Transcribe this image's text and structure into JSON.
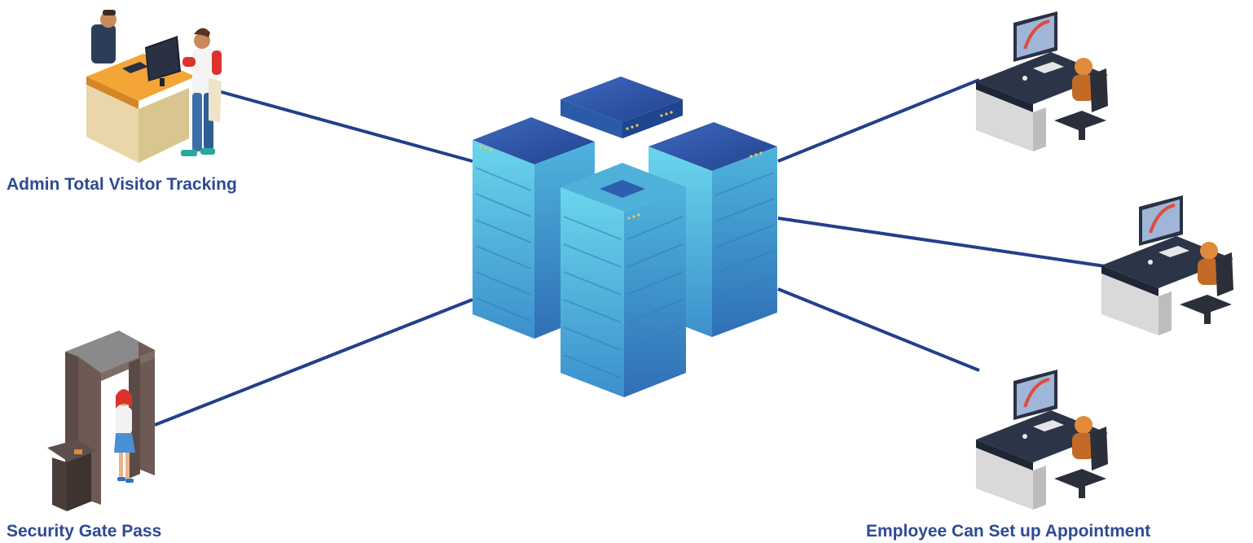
{
  "labels": {
    "admin": "Admin Total Visitor Tracking",
    "security": "Security Gate Pass",
    "employee": "Employee Can Set up Appointment"
  },
  "nodes": [
    {
      "id": "admin-desk",
      "icon": "admin-desk-icon"
    },
    {
      "id": "security-gate",
      "icon": "metal-detector-gate-icon"
    },
    {
      "id": "server-cluster",
      "icon": "server-cluster-icon"
    },
    {
      "id": "employee-workstation-1",
      "icon": "workstation-icon"
    },
    {
      "id": "employee-workstation-2",
      "icon": "workstation-icon"
    },
    {
      "id": "employee-workstation-3",
      "icon": "workstation-icon"
    }
  ],
  "connections": [
    {
      "from": "server-cluster",
      "to": "admin-desk"
    },
    {
      "from": "server-cluster",
      "to": "security-gate"
    },
    {
      "from": "server-cluster",
      "to": "employee-workstation-1"
    },
    {
      "from": "server-cluster",
      "to": "employee-workstation-2"
    },
    {
      "from": "server-cluster",
      "to": "employee-workstation-3"
    }
  ],
  "colors": {
    "connector": "#233f8c",
    "label": "#2e4a93",
    "server_top": "#2f56a8",
    "server_side_light": "#5fd0e8",
    "server_side_dark": "#3a7fc1",
    "desk_admin": "#f0a030",
    "desk_dark": "#2b3547"
  }
}
